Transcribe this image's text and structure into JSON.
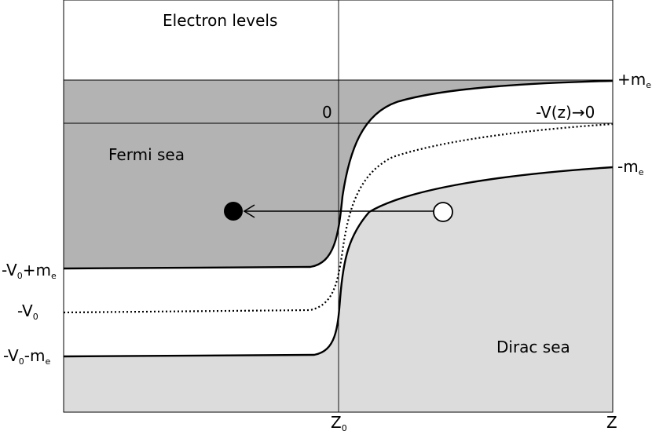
{
  "labels": {
    "electron_levels": "Electron levels",
    "fermi_sea": "Fermi sea",
    "dirac_sea": "Dirac sea",
    "zero": "0",
    "potential_limit": "-V(z)→0",
    "z_axis": "Z",
    "z0_main": "Z",
    "z0_sub": "0",
    "plus_me_main": "+m",
    "plus_me_sub": "e",
    "minus_me_main": "-m",
    "minus_me_sub": "e",
    "v0_plus_a": "-V",
    "v0_plus_a_sub": "0",
    "v0_plus_b": "+m",
    "v0_plus_b_sub": "e",
    "v0_a": "-V",
    "v0_a_sub": "0",
    "v0_minus_a": "-V",
    "v0_minus_a_sub": "0",
    "v0_minus_b": "-m",
    "v0_minus_b_sub": "e"
  },
  "colors": {
    "fermi_sea": "#b3b3b3",
    "dirac_sea": "#dcdcdc",
    "background": "#ffffff",
    "line": "#000000"
  }
}
